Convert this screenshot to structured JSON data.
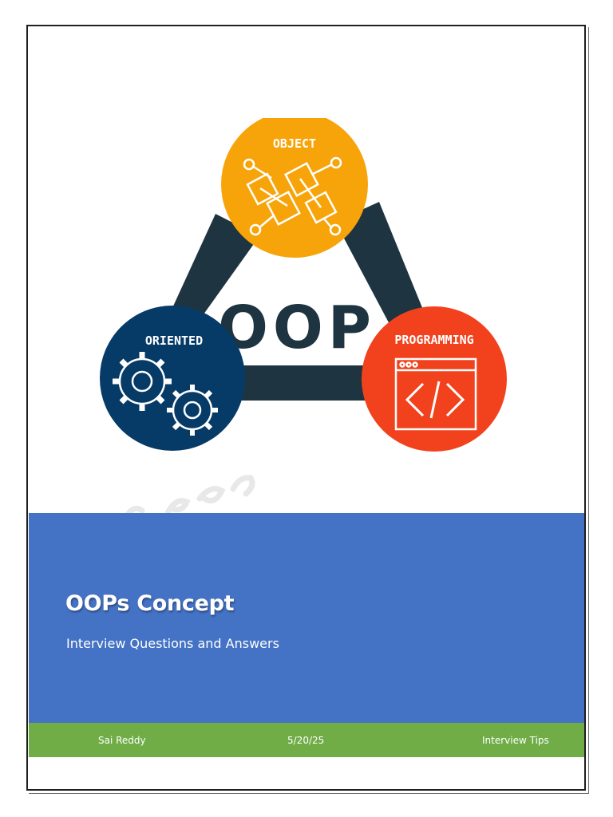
{
  "logo": {
    "center_text": "OOP",
    "circles": [
      {
        "label": "OBJECT",
        "color": "#f7a40b"
      },
      {
        "label": "ORIENTED",
        "color": "#063a67"
      },
      {
        "label": "PROGRAMMING",
        "color": "#f2421d"
      }
    ],
    "frame_color": "#1e3440",
    "icons": [
      "network-nodes-icon",
      "gears-icon",
      "code-window-icon"
    ]
  },
  "watermark": {
    "color": "#e8e8e8"
  },
  "cover": {
    "title": "OOPs Concept",
    "subtitle": "Interview Questions and Answers",
    "band_color": "#4472c4"
  },
  "footer": {
    "author": "Sai Reddy",
    "date": "5/20/25",
    "company": "Interview Tips",
    "band_color": "#70ad47"
  }
}
